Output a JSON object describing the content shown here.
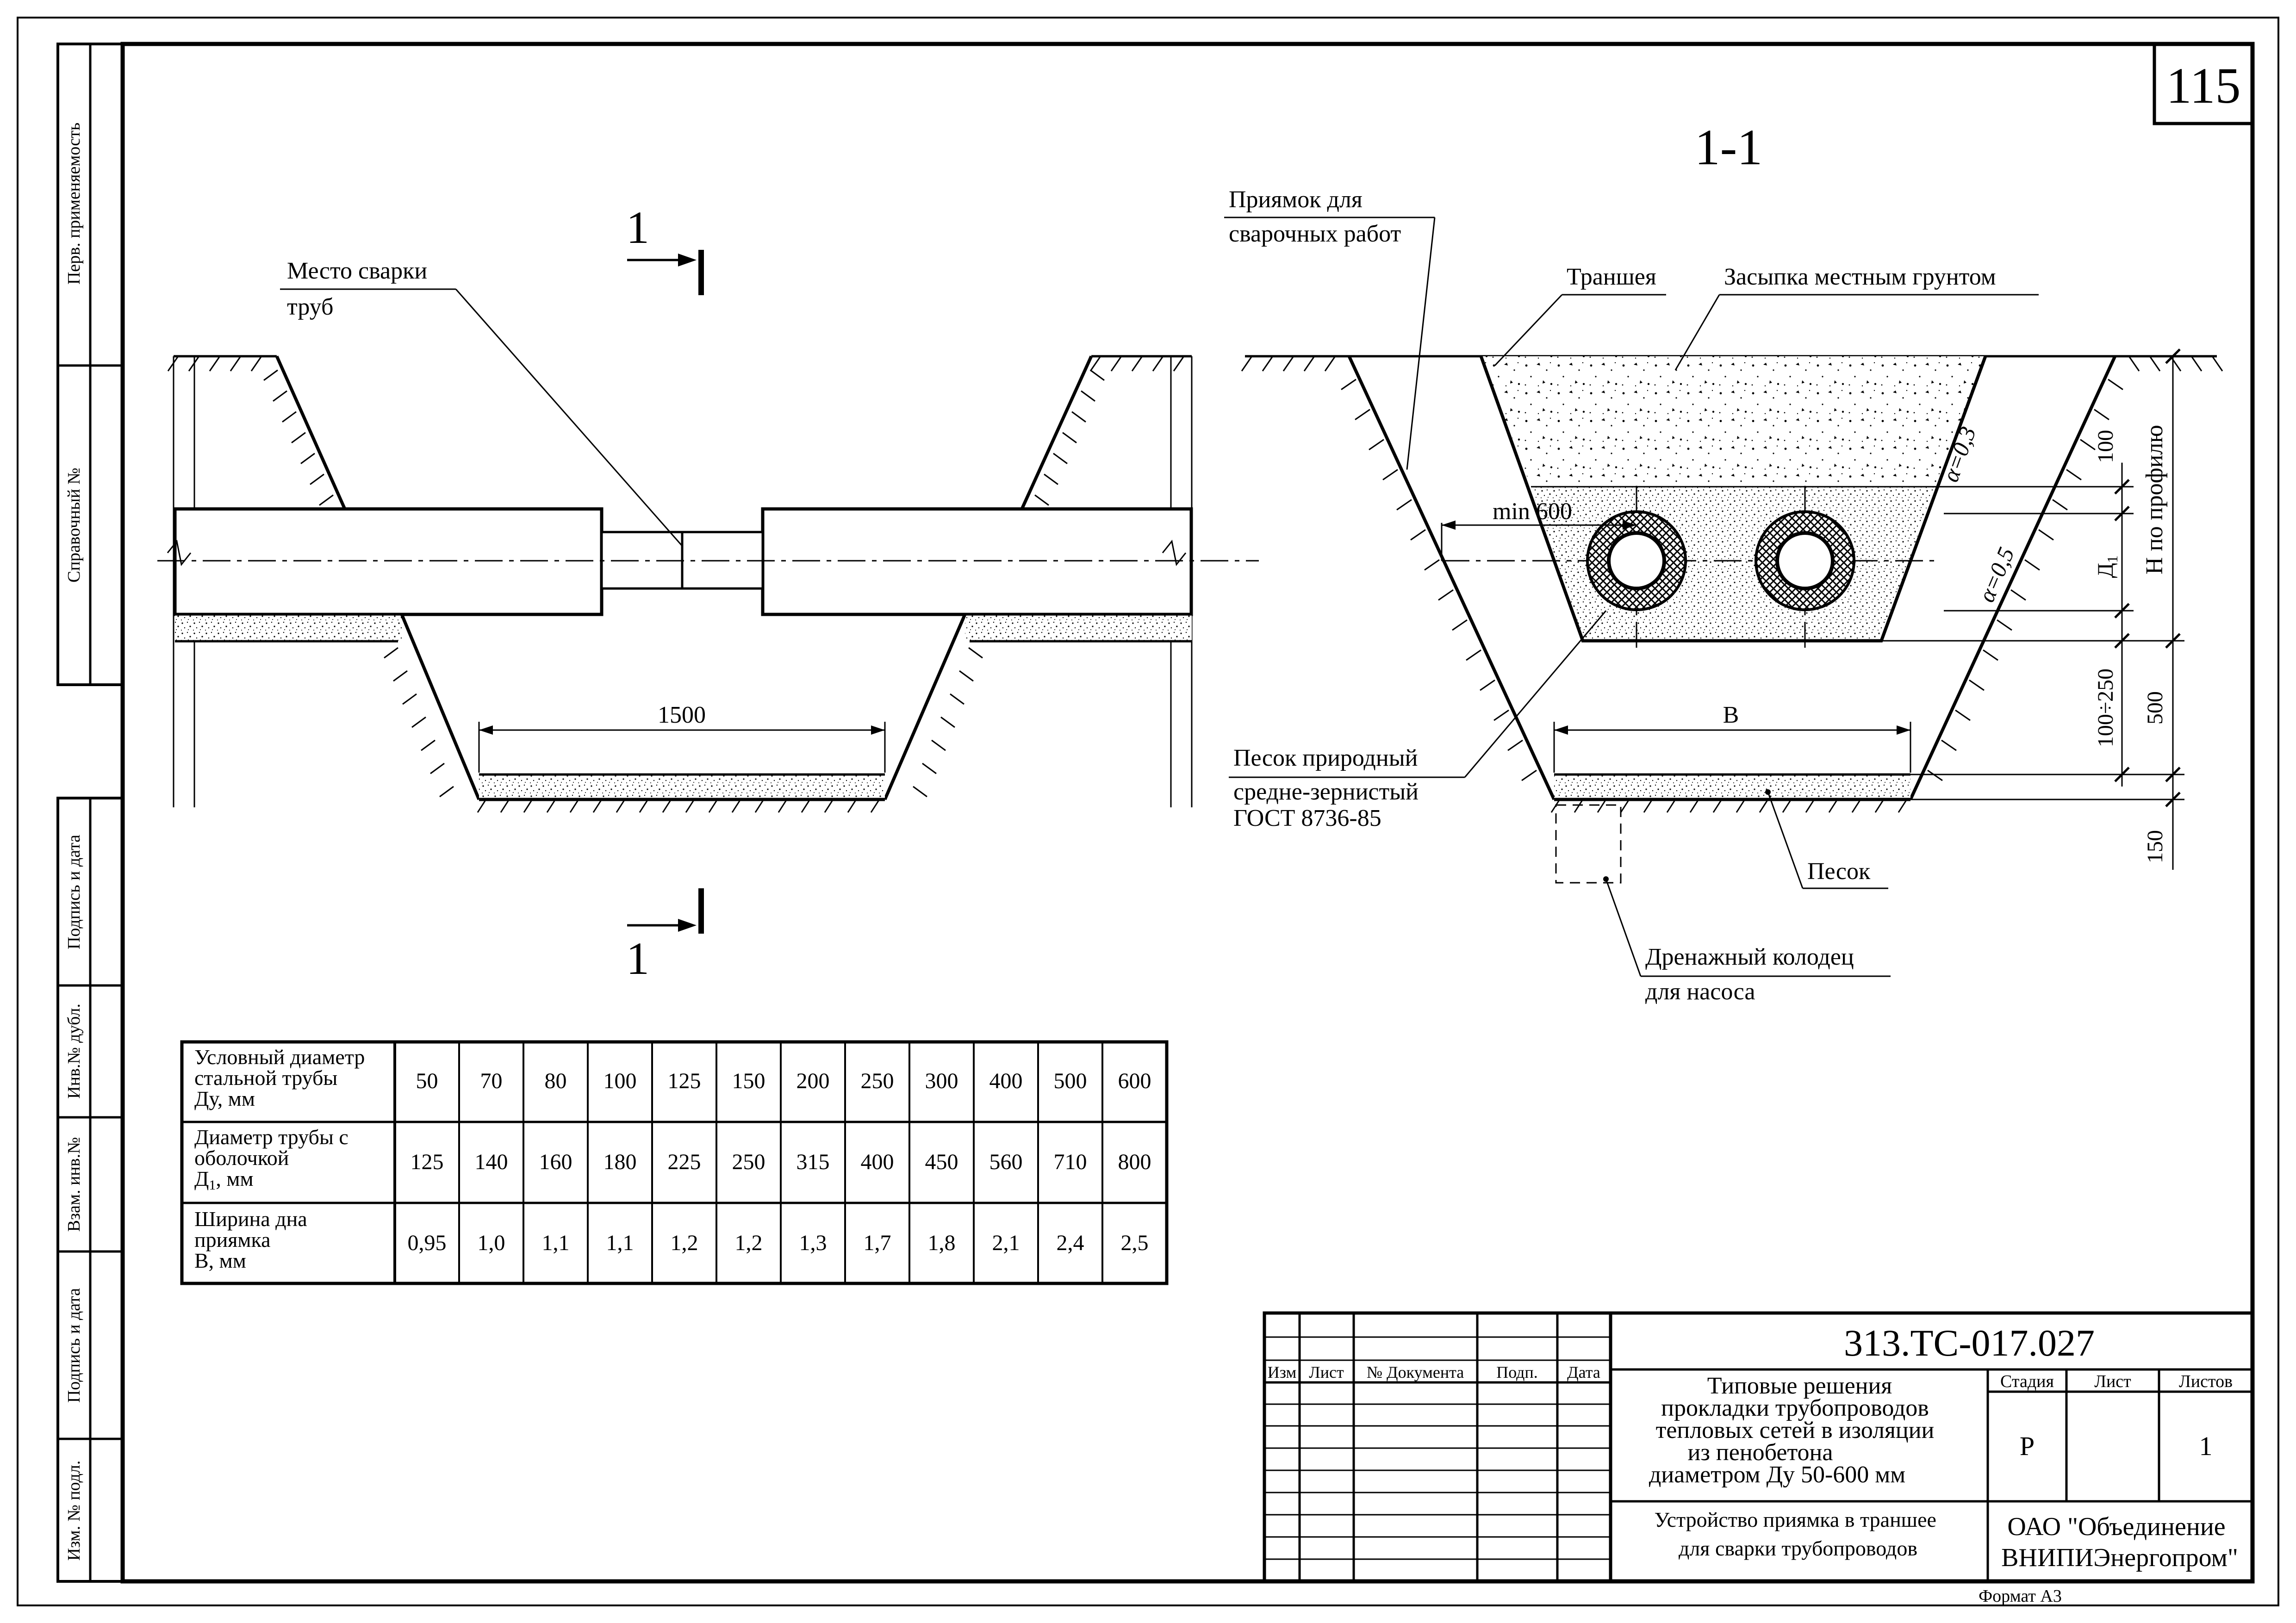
{
  "sheet": {
    "number": "115",
    "format": "Формат А3"
  },
  "side_stamps": [
    "Перв. применяемость",
    "Справочный №",
    "Подпись и дата",
    "Инв.№ дубл.",
    "Взам. инв.№",
    "Подпись и дата",
    "Изм. № подл."
  ],
  "plan": {
    "section_mark": "1",
    "weld_label_1": "Место сварки",
    "weld_label_2": "труб",
    "width_dim": "1500"
  },
  "section": {
    "title": "1-1",
    "pit_label_1": "Приямок для",
    "pit_label_2": "сварочных работ",
    "trench_label": "Траншея",
    "backfill_label": "Засыпка местным грунтом",
    "min_dim": "min 600",
    "slope_upper": "α=0,3",
    "slope_lower": "α=0,5",
    "dim_100": "100",
    "dim_d1": "Д",
    "dim_d1_sub": "1",
    "dim_h": "Н по профилю",
    "dim_100_250": "100÷250",
    "dim_500": "500",
    "dim_150": "150",
    "b_dim": "В",
    "sand_nat_1": "Песок природный",
    "sand_nat_2": "средне-зернистый",
    "sand_nat_3": "ГОСТ 8736-85",
    "sand_label": "Песок",
    "well_label_1": "Дренажный колодец",
    "well_label_2": "для насоса"
  },
  "table": {
    "row1": {
      "head": [
        "Условный диаметр",
        "стальной трубы",
        "Ду, мм"
      ],
      "values": [
        "50",
        "70",
        "80",
        "100",
        "125",
        "150",
        "200",
        "250",
        "300",
        "400",
        "500",
        "600"
      ]
    },
    "row2": {
      "head": [
        "Диаметр трубы с",
        "оболочкой",
        "Д",
        "1",
        ", мм"
      ],
      "values": [
        "125",
        "140",
        "160",
        "180",
        "225",
        "250",
        "315",
        "400",
        "450",
        "560",
        "710",
        "800"
      ]
    },
    "row3": {
      "head": [
        "Ширина дна",
        "приямка",
        "В, мм"
      ],
      "values": [
        "0,95",
        "1,0",
        "1,1",
        "1,1",
        "1,2",
        "1,2",
        "1,3",
        "1,7",
        "1,8",
        "2,1",
        "2,4",
        "2,5"
      ]
    }
  },
  "title_block": {
    "code": "313.ТС-017.027",
    "headers": {
      "izm": "Изм",
      "list": "Лист",
      "doc": "№ Документа",
      "podp": "Подп.",
      "data": "Дата"
    },
    "title_lines": [
      "Типовые решения",
      "прокладки трубопроводов",
      "тепловых сетей в изоляции",
      "из пенобетона",
      "диаметром Ду 50-600 мм"
    ],
    "stage_header": "Стадия",
    "sheet_header": "Лист",
    "sheets_header": "Листов",
    "stage": "Р",
    "sheets": "1",
    "subtitle_lines": [
      "Устройство приямка в траншее",
      "для сварки трубопроводов"
    ],
    "org_lines": [
      "ОАО \"Объединение",
      "ВНИПИЭнергопром\""
    ]
  }
}
